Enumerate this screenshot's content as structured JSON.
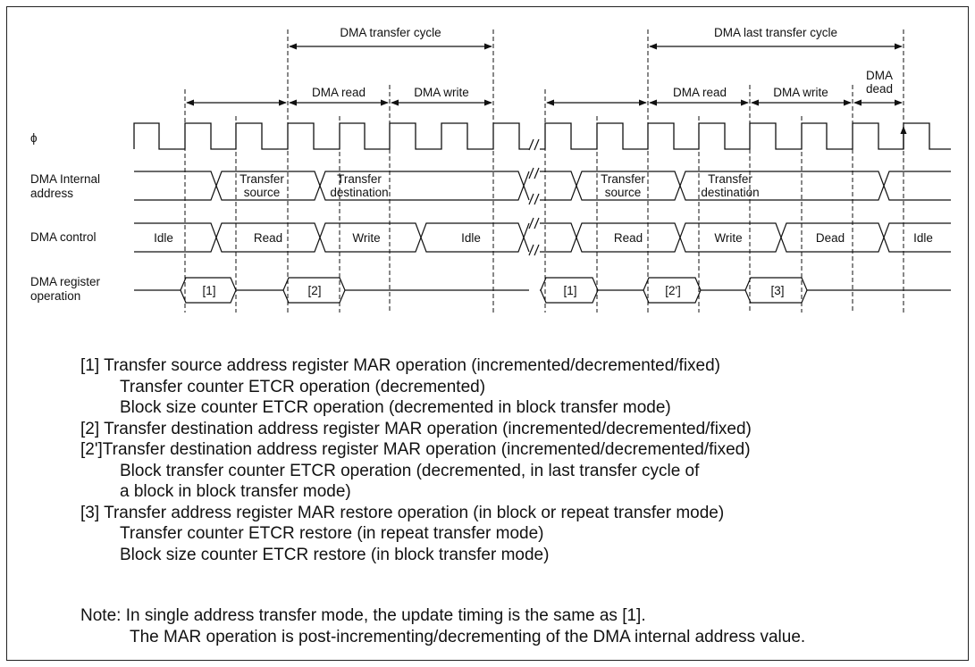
{
  "diagram": {
    "cycles": {
      "transfer_cycle": "DMA transfer cycle",
      "last_transfer_cycle": "DMA last transfer cycle"
    },
    "phases": {
      "read_1": "DMA read",
      "write_1": "DMA write",
      "read_2": "DMA read",
      "write_2": "DMA write",
      "dead_line1": "DMA",
      "dead_line2": "dead"
    },
    "signals": {
      "phi": "ϕ",
      "internal_address_line1": "DMA Internal",
      "internal_address_line2": "address",
      "control": "DMA control",
      "register_op_line1": "DMA register",
      "register_op_line2": "operation"
    },
    "address_bus": {
      "src1_line1": "Transfer",
      "src1_line2": "source",
      "dst1_line1": "Transfer",
      "dst1_line2": "destination",
      "src2_line1": "Transfer",
      "src2_line2": "source",
      "dst2_line1": "Transfer",
      "dst2_line2": "destination"
    },
    "control_states": [
      "Idle",
      "Read",
      "Write",
      "Idle",
      "Read",
      "Write",
      "Dead",
      "Idle"
    ],
    "register_ops": [
      "[1]",
      "[2]",
      "[1]",
      "[2']",
      "[3]"
    ]
  },
  "legend": [
    {
      "tag": "[1]",
      "text": "Transfer source address register MAR operation (incremented/decremented/fixed)"
    },
    {
      "tag": "",
      "text": "Transfer counter ETCR operation (decremented)"
    },
    {
      "tag": "",
      "text": "Block size counter ETCR operation (decremented in block transfer mode)"
    },
    {
      "tag": "[2]",
      "text": "Transfer destination address register MAR operation (incremented/decremented/fixed)"
    },
    {
      "tag": "[2']",
      "text": "Transfer destination address register MAR operation (incremented/decremented/fixed)"
    },
    {
      "tag": "",
      "text": "Block transfer counter ETCR operation (decremented, in last transfer cycle of"
    },
    {
      "tag": "",
      "text": "a block in block transfer mode)"
    },
    {
      "tag": "[3]",
      "text": "Transfer address register MAR restore operation (in block or repeat transfer mode)"
    },
    {
      "tag": "",
      "text": "Transfer counter ETCR restore (in repeat transfer mode)"
    },
    {
      "tag": "",
      "text": "Block size counter ETCR restore (in block transfer mode)"
    }
  ],
  "note": {
    "line1": "Note:  In single address transfer mode, the update timing is the same as [1].",
    "line2": "The MAR operation is post-incrementing/decrementing of the DMA internal address value."
  }
}
